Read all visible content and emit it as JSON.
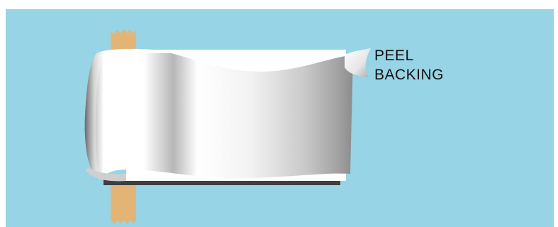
{
  "instruction": {
    "line1": "PEEL",
    "line2": "BACKING"
  },
  "colors": {
    "background": "#97d4e5",
    "tape": "#e2b577",
    "sheet": "#ffffff",
    "shadow": "#3f3f3f"
  },
  "icons": [
    "masking-tape",
    "peel-backing-sheet",
    "curled-corner"
  ]
}
